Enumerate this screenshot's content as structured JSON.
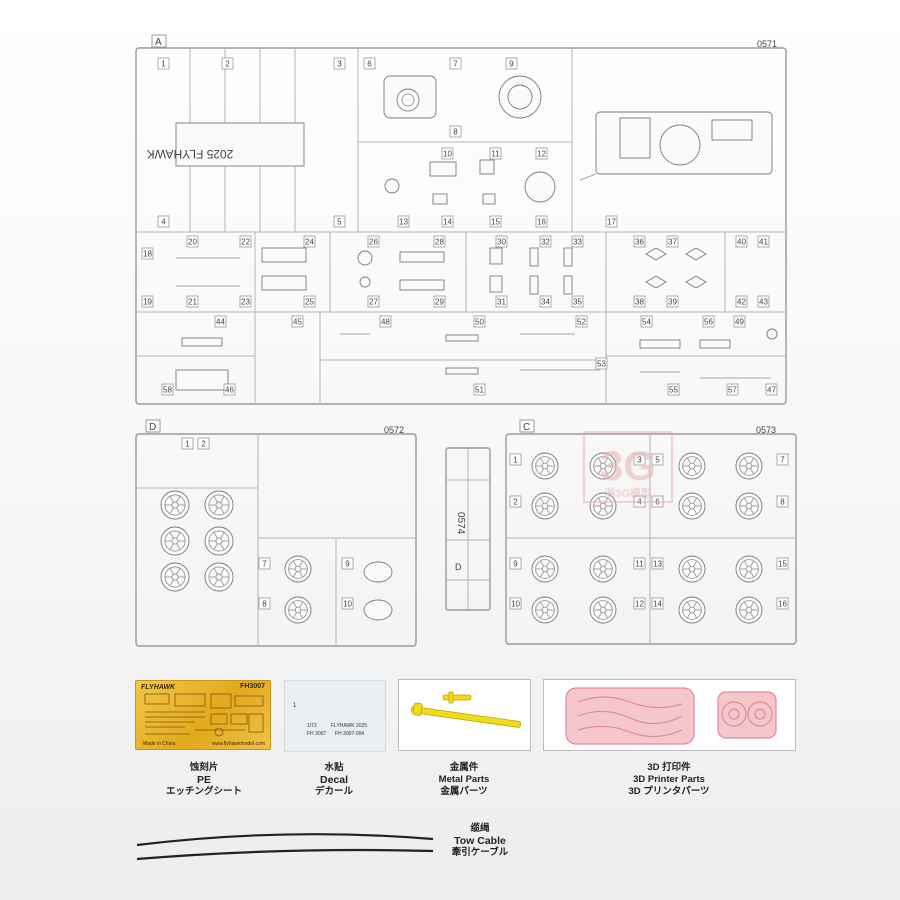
{
  "sprues": {
    "a": {
      "letter": "A",
      "code": "0571",
      "numbers": [
        "1",
        "2",
        "3",
        "4",
        "5",
        "6",
        "7",
        "8",
        "9",
        "10",
        "11",
        "12",
        "13",
        "14",
        "15",
        "16",
        "17",
        "18",
        "19",
        "20",
        "21",
        "22",
        "23",
        "24",
        "25",
        "26",
        "27",
        "28",
        "29",
        "30",
        "31",
        "32",
        "33",
        "34",
        "35",
        "36",
        "37",
        "38",
        "39",
        "40",
        "41",
        "42",
        "43",
        "44",
        "45",
        "46",
        "47",
        "48",
        "49",
        "50",
        "51",
        "52",
        "53",
        "54",
        "55",
        "56",
        "57",
        "58"
      ],
      "label_text": "2025 FLYHAWK"
    },
    "b": {
      "letter": "D",
      "code": "0572",
      "numbers": [
        "1",
        "2",
        "7",
        "8",
        "9",
        "10"
      ]
    },
    "c": {
      "letter": "C",
      "code": "0573",
      "numbers": [
        "1",
        "2",
        "3",
        "4",
        "5",
        "6",
        "7",
        "8",
        "9",
        "10",
        "11",
        "12",
        "13",
        "14",
        "15",
        "16"
      ]
    },
    "small": {
      "code": "0574",
      "letter": "D"
    }
  },
  "watermark": {
    "big": "3G",
    "small": "海3G模型"
  },
  "pe": {
    "brand": "FLYHAWK",
    "code": "FH3007",
    "made": "Made in China",
    "web": "www.flyhawkmodel.com",
    "cn": "蚀刻片",
    "en": "PE",
    "jp": "エッチングシート"
  },
  "decal": {
    "num": "1",
    "scale": "1/72",
    "brand": "FLYHAWK 2025",
    "code1": "FH 3007",
    "code2": "FH 3007-004",
    "cn": "水贴",
    "en": "Decal",
    "jp": "デカール"
  },
  "metal": {
    "cn": "金属件",
    "en": "Metal Parts",
    "jp": "金属パーツ"
  },
  "printer": {
    "cn": "3D 打印件",
    "en": "3D Printer Parts",
    "jp": "3D プリンタパーツ"
  },
  "cable": {
    "cn": "缆绳",
    "en": "Tow Cable",
    "jp": "牽引ケーブル"
  },
  "colors": {
    "pe_gold": "#e3a81c",
    "metal_yellow": "#f2dc1a",
    "print_pink": "#f2a9b4",
    "watermark": "#e8b5b5"
  }
}
